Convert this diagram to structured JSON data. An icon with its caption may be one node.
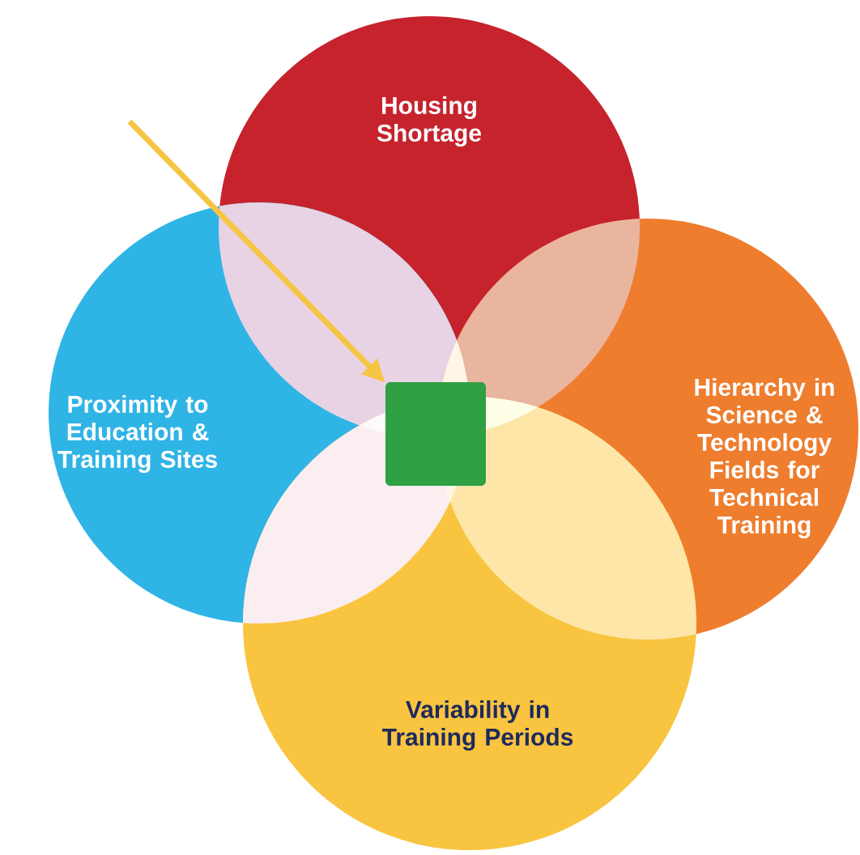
{
  "diagram": {
    "nodes": [
      {
        "text": [
          "Housing Shortage"
        ]
      },
      {
        "text": [
          "Proximity to Education & Training Sites"
        ]
      },
      {
        "text": [
          "Hierarchy in Science & Technology Fields for Technical Training"
        ]
      },
      {
        "text": [
          "Variability in Training Periods"
        ]
      },
      {
        "text": [],
        "shape": "box"
      }
    ],
    "edges": [
      {
        "from": null,
        "to": 4,
        "arrow": "to",
        "color": "#f6c544"
      }
    ]
  }
}
